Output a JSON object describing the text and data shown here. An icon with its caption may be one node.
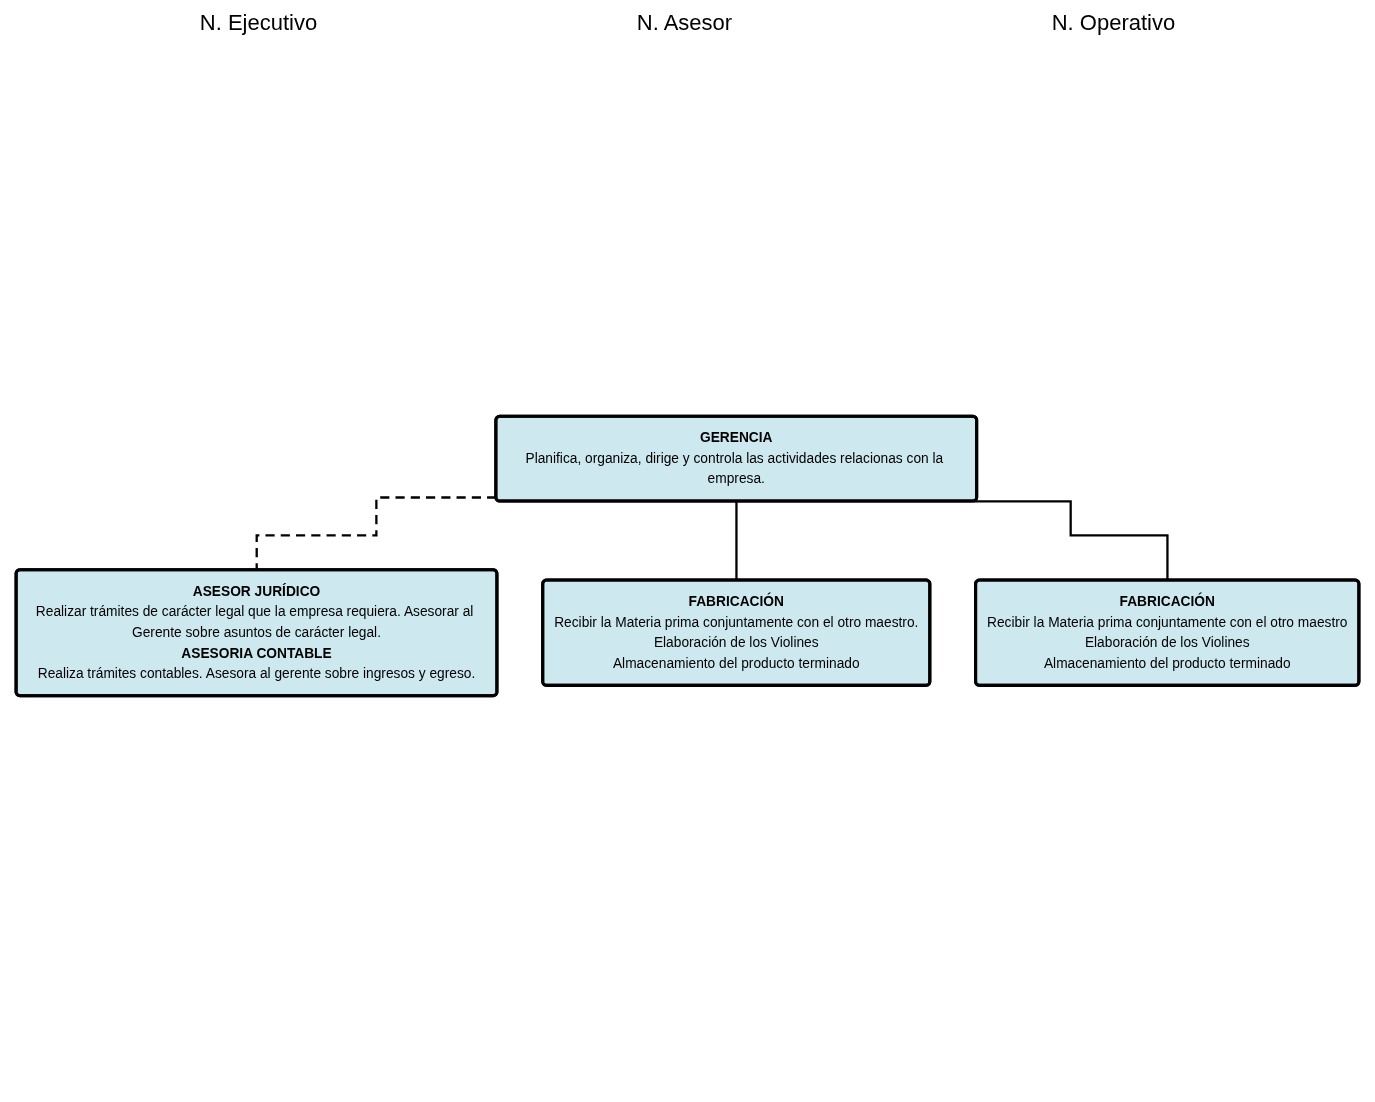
{
  "diagram": {
    "nodes": [
      {
        "text": [
          "GERENCIA",
          "Planifica, organiza, dirige y controla las actividades relacionas con la empresa."
        ]
      },
      {
        "text": [
          "ASESOR JURÍDICO",
          "Realizar trámites de carácter legal que la empresa requiera. Asesorar al Gerente sobre asuntos de carácter legal.",
          "ASESORIA CONTABLE",
          "Realiza trámites contables. Asesora al gerente sobre ingresos y egreso."
        ]
      },
      {
        "text": [
          "FABRICACIÓN",
          "Recibir la Materia prima conjuntamente con el otro maestro.",
          "Elaboración de los Violines",
          "Almacenamiento del producto terminado"
        ]
      },
      {
        "text": [
          "FABRICACIÓN",
          "Recibir la Materia prima conjuntamente con el otro maestro",
          "Elaboración de los Violines",
          "Almacenamiento del producto terminado"
        ]
      }
    ],
    "edges": [
      {
        "from": 0,
        "to": 1,
        "arrow": "none",
        "style": "dashed"
      },
      {
        "from": 0,
        "to": 2,
        "arrow": "none"
      },
      {
        "from": 0,
        "to": 3,
        "arrow": "none"
      }
    ],
    "labels": [
      "N. Ejecutivo",
      "N. Asesor",
      "N. Operativo"
    ]
  }
}
